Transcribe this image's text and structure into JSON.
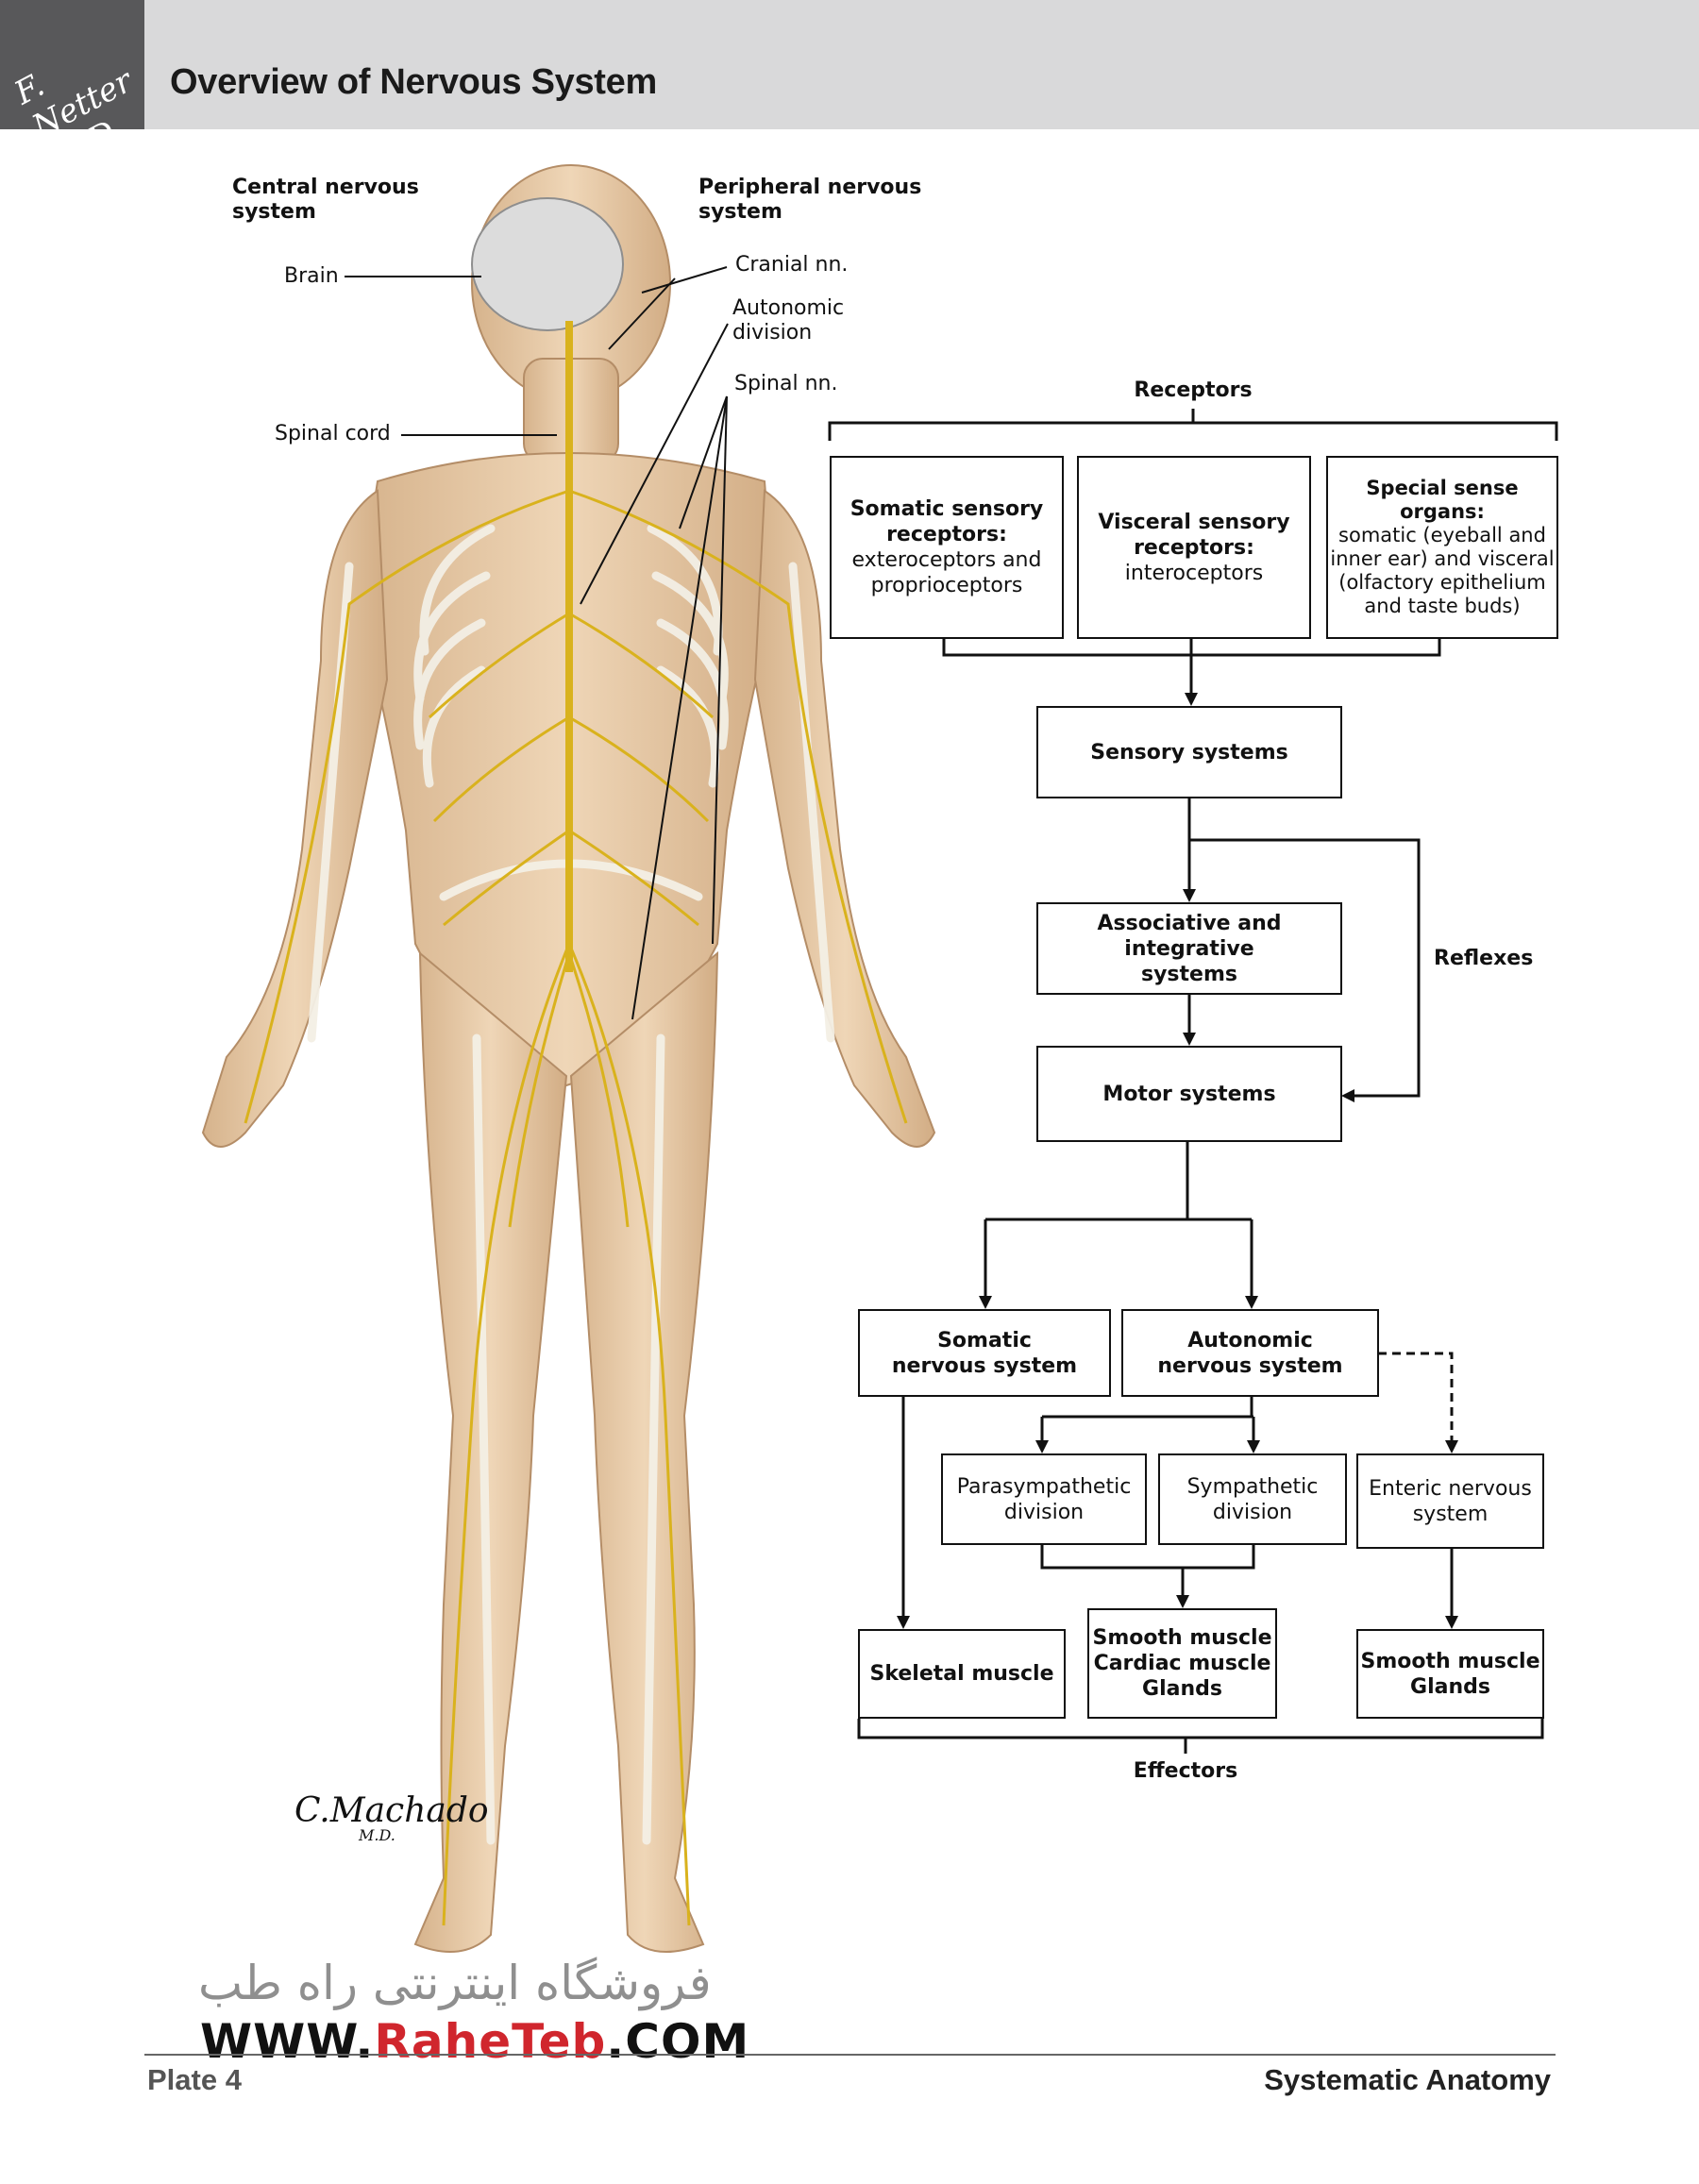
{
  "header": {
    "logo_text": "F. Netter M.D.",
    "title": "Overview of Nervous System"
  },
  "figure": {
    "labels": {
      "central": "Central nervous\nsystem",
      "peripheral": "Peripheral nervous\nsystem",
      "brain": "Brain",
      "spinal_cord": "Spinal cord",
      "cranial": "Cranial nn.",
      "autonomic": "Autonomic\ndivision",
      "spinal_nn": "Spinal nn."
    },
    "signature": "C.Machado",
    "signature_md": "M.D.",
    "colors": {
      "skin": "#e7c9a6",
      "bone": "#f1ede3",
      "nerve": "#d9b21d",
      "joint": "#a9c4de"
    }
  },
  "flowchart": {
    "receptors_label": "Receptors",
    "receptor_boxes": [
      {
        "title": "Somatic sensory receptors:",
        "body": "exteroceptors and proprioceptors"
      },
      {
        "title": "Visceral sensory receptors:",
        "body": "interoceptors"
      },
      {
        "title": "Special sense organs:",
        "body": "somatic (eyeball and inner ear) and visceral (olfactory epithelium and taste buds)"
      }
    ],
    "sensory": "Sensory systems",
    "associative": "Associative and integrative systems",
    "reflexes": "Reflexes",
    "motor": "Motor systems",
    "somatic_ns": "Somatic nervous system",
    "autonomic_ns": "Autonomic nervous system",
    "parasympathetic": "Parasympathetic division",
    "sympathetic": "Sympathetic division",
    "enteric": "Enteric nervous system",
    "skeletal": "Skeletal muscle",
    "smooth_cardiac": "Smooth muscle\nCardiac muscle\nGlands",
    "smooth_glands": "Smooth muscle\nGlands",
    "effectors_label": "Effectors"
  },
  "watermark": {
    "persian": "فروشگاه اینترنتی راه طب",
    "url_prefix": "WWW.",
    "url_brand": "RaheTeb",
    "url_suffix": ".COM"
  },
  "footer": {
    "plate": "Plate 4",
    "section": "Systematic Anatomy"
  }
}
